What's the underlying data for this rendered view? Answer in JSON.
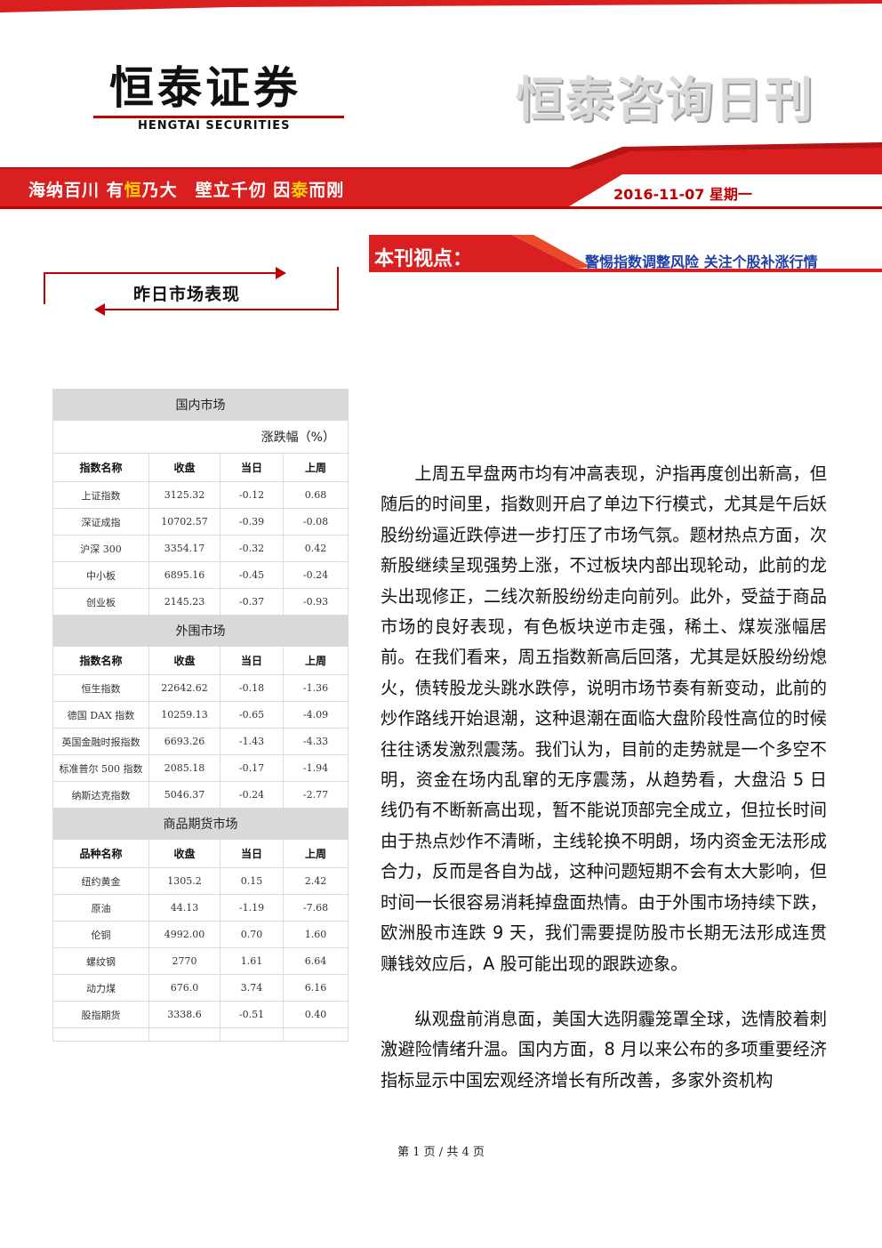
{
  "header": {
    "logo_cn": "恒泰证券",
    "logo_en": "HENGTAI SECURITIES",
    "publication_title": "恒泰咨询日刊",
    "slogan_parts": [
      "海纳百川 有",
      "恒",
      "乃大　壁立千仞 因",
      "泰",
      "而刚"
    ],
    "date": "2016-11-07  星期一"
  },
  "viewpoint": {
    "label": "本刊视点：",
    "headline": "警惕指数调整风险 关注个股补涨行情"
  },
  "section": {
    "title": "昨日市场表现"
  },
  "market_table": {
    "unit_label": "涨跌幅（%）",
    "groups": [
      {
        "title": "国内市场",
        "header": [
          "指数名称",
          "收盘",
          "当日",
          "上周"
        ],
        "rows": [
          [
            "上证指数",
            "3125.32",
            "-0.12",
            "0.68"
          ],
          [
            "深证成指",
            "10702.57",
            "-0.39",
            "-0.08"
          ],
          [
            "沪深 300",
            "3354.17",
            "-0.32",
            "0.42"
          ],
          [
            "中小板",
            "6895.16",
            "-0.45",
            "-0.24"
          ],
          [
            "创业板",
            "2145.23",
            "-0.37",
            "-0.93"
          ]
        ]
      },
      {
        "title": "外围市场",
        "header": [
          "指数名称",
          "收盘",
          "当日",
          "上周"
        ],
        "rows": [
          [
            "恒生指数",
            "22642.62",
            "-0.18",
            "-1.36"
          ],
          [
            "德国 DAX 指数",
            "10259.13",
            "-0.65",
            "-4.09"
          ],
          [
            "英国金融时报指数",
            "6693.26",
            "-1.43",
            "-4.33"
          ],
          [
            "标准普尔 500 指数",
            "2085.18",
            "-0.17",
            "-1.94"
          ],
          [
            "纳斯达克指数",
            "5046.37",
            "-0.24",
            "-2.77"
          ]
        ]
      },
      {
        "title": "商品期货市场",
        "header": [
          "品种名称",
          "收盘",
          "当日",
          "上周"
        ],
        "rows": [
          [
            "纽约黄金",
            "1305.2",
            "0.15",
            "2.42"
          ],
          [
            "原油",
            "44.13",
            "-1.19",
            "-7.68"
          ],
          [
            "伦铜",
            "4992.00",
            "0.70",
            "1.60"
          ],
          [
            "螺纹钢",
            "2770",
            "1.61",
            "6.64"
          ],
          [
            "动力煤",
            "676.0",
            "3.74",
            "6.16"
          ],
          [
            "股指期货",
            "3338.6",
            "-0.51",
            "0.40"
          ]
        ]
      }
    ]
  },
  "article": {
    "paragraphs": [
      "上周五早盘两市均有冲高表现，沪指再度创出新高，但随后的时间里，指数则开启了单边下行模式，尤其是午后妖股纷纷逼近跌停进一步打压了市场气氛。题材热点方面，次新股继续呈现强势上涨，不过板块内部出现轮动，此前的龙头出现修正，二线次新股纷纷走向前列。此外，受益于商品市场的良好表现，有色板块逆市走强，稀土、煤炭涨幅居前。在我们看来，周五指数新高后回落，尤其是妖股纷纷熄火，债转股龙头跳水跌停，说明市场节奏有新变动，此前的炒作路线开始退潮，这种退潮在面临大盘阶段性高位的时候往往诱发激烈震荡。我们认为，目前的走势就是一个多空不明，资金在场内乱窜的无序震荡，从趋势看，大盘沿 5 日线仍有不断新高出现，暂不能说顶部完全成立，但拉长时间由于热点炒作不清晰，主线轮换不明朗，场内资金无法形成合力，反而是各自为战，这种问题短期不会有太大影响，但时间一长很容易消耗掉盘面热情。由于外围市场持续下跌，欧洲股市连跌 9 天，我们需要提防股市长期无法形成连贯赚钱效应后，A 股可能出现的跟跌迹象。",
      "纵观盘前消息面，美国大选阴霾笼罩全球，选情胶着刺激避险情绪升温。国内方面，8 月以来公布的多项重要经济指标显示中国宏观经济增长有所改善，多家外资机构"
    ]
  },
  "footer": {
    "page_info": "第 1 页 / 共 4 页"
  },
  "colors": {
    "brand_red": "#c00000",
    "banner_red": "#d91f1f",
    "gold": "#ffd200",
    "headline_blue": "#1f3fa8",
    "table_group_bg": "#d9d9d9"
  }
}
